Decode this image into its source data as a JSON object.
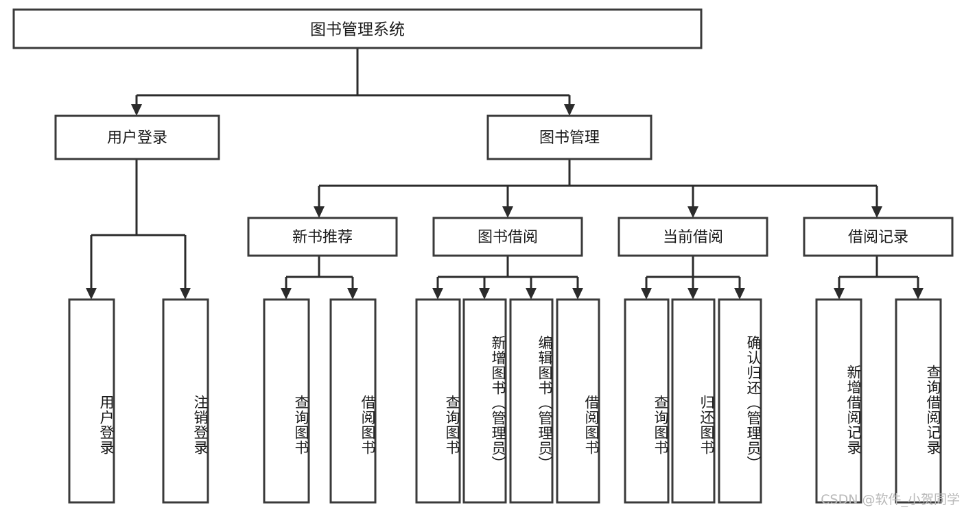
{
  "diagram": {
    "title": "图书管理系统",
    "watermark": "CSDN @软件_小贺同学",
    "type": "tree",
    "orientation": "top-down",
    "style": {
      "box_fill": "#ffffff",
      "box_stroke": "#3a3a3a",
      "connector_stroke": "#2b2b2b",
      "text_color": "#1a1a1a",
      "watermark_color": "#b9b9b9",
      "background": "#ffffff"
    },
    "levels": {
      "root": "图书管理系统",
      "level2": [
        "用户登录",
        "图书管理"
      ],
      "level3": [
        "新书推荐",
        "图书借阅",
        "当前借阅",
        "借阅记录"
      ]
    },
    "nodes": {
      "root": {
        "label": "图书管理系统"
      },
      "user_login": {
        "label": "用户登录"
      },
      "book_mgmt": {
        "label": "图书管理"
      },
      "new_book_rec": {
        "label": "新书推荐"
      },
      "book_borrow": {
        "label": "图书借阅"
      },
      "current_borrow": {
        "label": "当前借阅"
      },
      "borrow_record": {
        "label": "借阅记录"
      },
      "leaf_user_login": {
        "label": "用户登录"
      },
      "leaf_user_logout": {
        "label": "注销登录"
      },
      "leaf_query_book_a": {
        "label": "查询图书"
      },
      "leaf_borrow_book_a": {
        "label": "借阅图书"
      },
      "leaf_query_book_b": {
        "label": "查询图书"
      },
      "leaf_add_book": {
        "label": "新增图书（管理员）"
      },
      "leaf_edit_book": {
        "label": "编辑图书（管理员）"
      },
      "leaf_borrow_book_b": {
        "label": "借阅图书"
      },
      "leaf_query_book_c": {
        "label": "查询图书"
      },
      "leaf_return_book": {
        "label": "归还图书"
      },
      "leaf_confirm_return": {
        "label": "确认归还（管理员）"
      },
      "leaf_add_record": {
        "label": "新增借阅记录"
      },
      "leaf_query_record": {
        "label": "查询借阅记录"
      }
    },
    "edges": [
      {
        "from": "root",
        "to": "user_login"
      },
      {
        "from": "root",
        "to": "book_mgmt"
      },
      {
        "from": "user_login",
        "to": "leaf_user_login"
      },
      {
        "from": "user_login",
        "to": "leaf_user_logout"
      },
      {
        "from": "book_mgmt",
        "to": "new_book_rec"
      },
      {
        "from": "book_mgmt",
        "to": "book_borrow"
      },
      {
        "from": "book_mgmt",
        "to": "current_borrow"
      },
      {
        "from": "book_mgmt",
        "to": "borrow_record"
      },
      {
        "from": "new_book_rec",
        "to": "leaf_query_book_a"
      },
      {
        "from": "new_book_rec",
        "to": "leaf_borrow_book_a"
      },
      {
        "from": "book_borrow",
        "to": "leaf_query_book_b"
      },
      {
        "from": "book_borrow",
        "to": "leaf_add_book"
      },
      {
        "from": "book_borrow",
        "to": "leaf_edit_book"
      },
      {
        "from": "book_borrow",
        "to": "leaf_borrow_book_b"
      },
      {
        "from": "current_borrow",
        "to": "leaf_query_book_c"
      },
      {
        "from": "current_borrow",
        "to": "leaf_return_book"
      },
      {
        "from": "current_borrow",
        "to": "leaf_confirm_return"
      },
      {
        "from": "borrow_record",
        "to": "leaf_add_record"
      },
      {
        "from": "borrow_record",
        "to": "leaf_query_record"
      }
    ]
  }
}
